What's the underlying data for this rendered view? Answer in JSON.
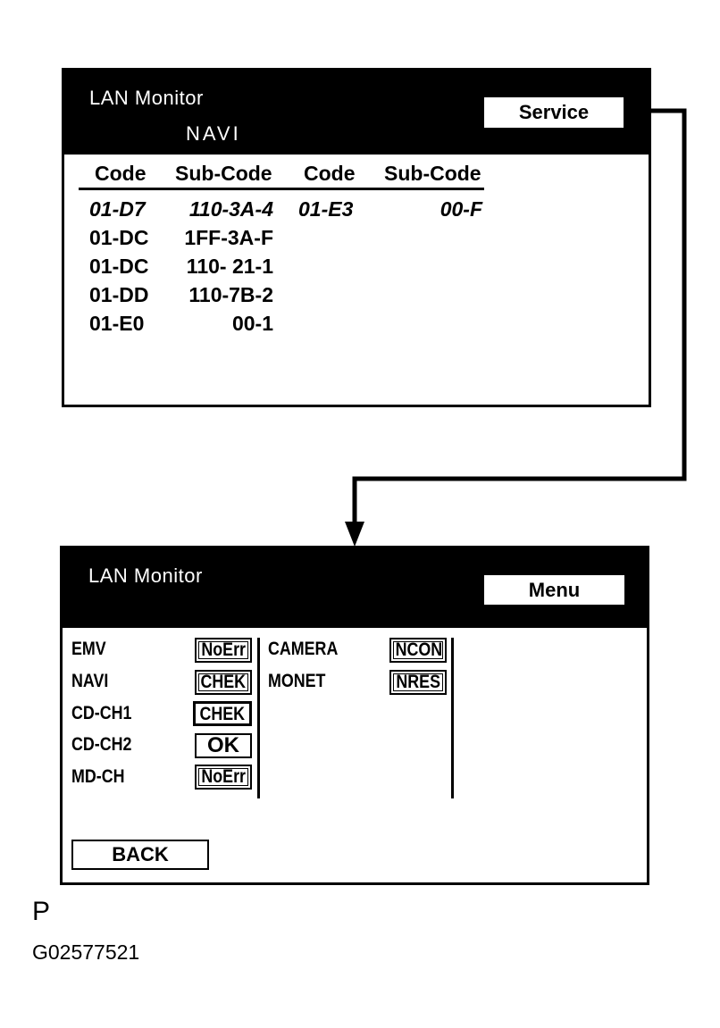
{
  "screen1": {
    "title": "LAN Monitor",
    "subtitle": "NAVI",
    "service_button": "Service",
    "headers": [
      "Code",
      "Sub-Code",
      "Code",
      "Sub-Code"
    ],
    "rows": [
      {
        "code": "01-D7",
        "sub": "110-3A-4",
        "code2": "01-E3",
        "sub2": "00-F"
      },
      {
        "code": "01-DC",
        "sub": "1FF-3A-F",
        "code2": "",
        "sub2": ""
      },
      {
        "code": "01-DC",
        "sub": "110- 21-1",
        "code2": "",
        "sub2": ""
      },
      {
        "code": "01-DD",
        "sub": "110-7B-2",
        "code2": "",
        "sub2": ""
      },
      {
        "code": "01-E0",
        "sub": "00-1",
        "code2": "",
        "sub2": ""
      }
    ]
  },
  "screen2": {
    "title": "LAN Monitor",
    "menu_button": "Menu",
    "left_units": [
      {
        "name": "EMV",
        "status": "NoErr"
      },
      {
        "name": "NAVI",
        "status": "CHEK"
      },
      {
        "name": "CD-CH1",
        "status": "CHEK"
      },
      {
        "name": "CD-CH2",
        "status": "OK"
      },
      {
        "name": "MD-CH",
        "status": "NoErr"
      }
    ],
    "right_units": [
      {
        "name": "CAMERA",
        "status": "NCON"
      },
      {
        "name": "MONET",
        "status": "NRES"
      }
    ],
    "back_button": "BACK"
  },
  "figure": {
    "letter": "P",
    "code": "G02577521"
  }
}
